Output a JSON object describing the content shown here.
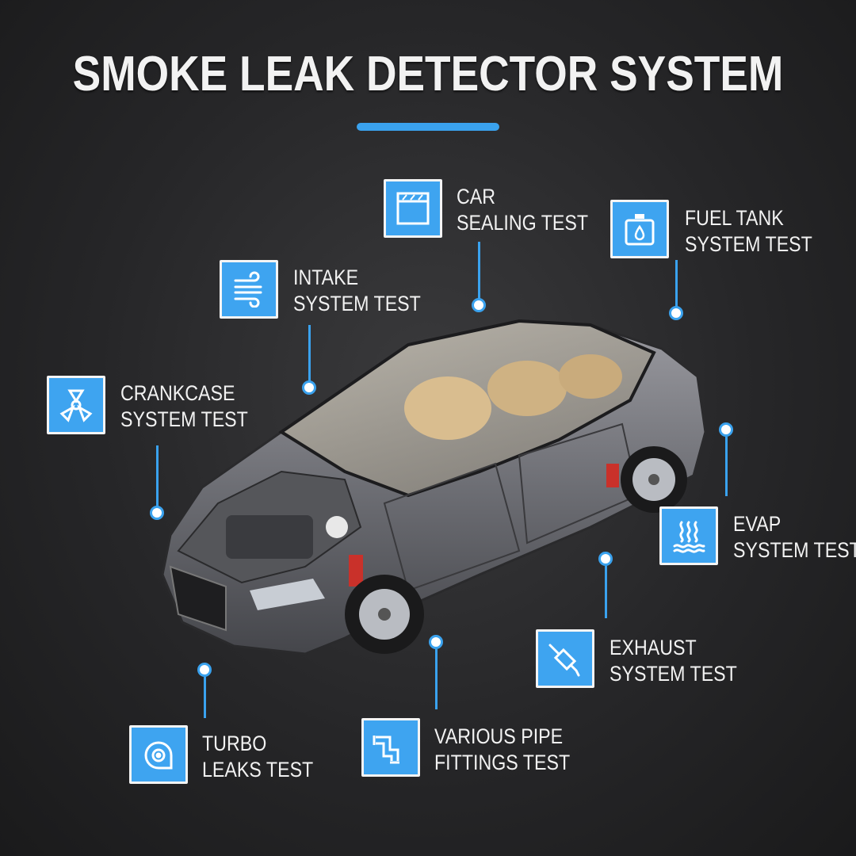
{
  "title": "SMOKE LEAK DETECTOR SYSTEM",
  "colors": {
    "accent": "#3aa2ee",
    "icon_bg": "#3ea4f0",
    "background": "#262628",
    "text": "#f2f2f2"
  },
  "features": {
    "car_sealing": {
      "icon": "window-icon",
      "line1": "CAR",
      "line2": "SEALING TEST"
    },
    "fuel_tank": {
      "icon": "fuel-tank-icon",
      "line1": "FUEL TANK",
      "line2": "SYSTEM TEST"
    },
    "intake": {
      "icon": "air-flow-icon",
      "line1": "INTAKE",
      "line2": "SYSTEM TEST"
    },
    "crankcase": {
      "icon": "crankshaft-icon",
      "line1": "CRANKCASE",
      "line2": "SYSTEM TEST"
    },
    "evap": {
      "icon": "vapor-icon",
      "line1": "EVAP",
      "line2": "SYSTEM TEST"
    },
    "exhaust": {
      "icon": "exhaust-pipe-icon",
      "line1": "EXHAUST",
      "line2": "SYSTEM TEST"
    },
    "turbo": {
      "icon": "turbo-icon",
      "line1": "TURBO",
      "line2": "LEAKS TEST"
    },
    "pipe_fittings": {
      "icon": "pipe-fitting-icon",
      "line1": "VARIOUS PIPE",
      "line2": "FITTINGS TEST"
    }
  }
}
